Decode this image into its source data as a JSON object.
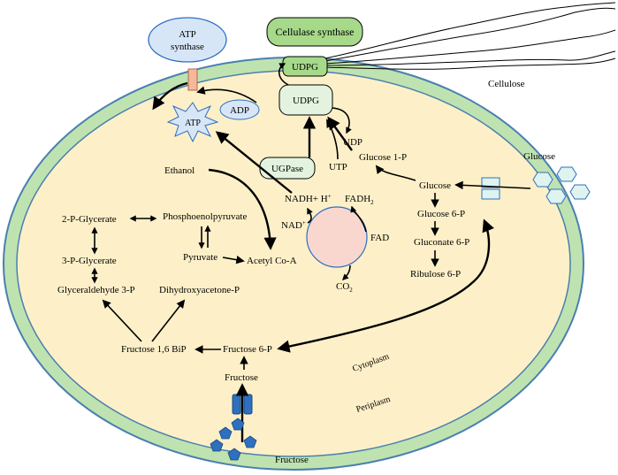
{
  "membrane": {
    "cytoplasm": "Cytoplasm",
    "periplasm": "Periplasm"
  },
  "external": {
    "cellulose": "Cellulose",
    "glucose": "Glucose",
    "fructose": "Fructose"
  },
  "enzymes": {
    "atp_synthase_line1": "ATP",
    "atp_synthase_line2": "synthase",
    "cellulase_synthase": "Cellulase synthase",
    "ugpase": "UGPase"
  },
  "metabolites": {
    "udpg_top": "UDPG",
    "udpg_inner": "UDPG",
    "adp": "ADP",
    "atp": "ATP",
    "udp": "UDP",
    "utp": "UTP",
    "glucose_1p": "Glucose 1-P",
    "ethanol": "Ethanol",
    "nadh_h": "NADH+ H",
    "nadh_sup": "+",
    "fadh2": "FADH",
    "fadh2_sub": "2",
    "nad": "NAD",
    "nad_sup": "+",
    "fad": "FAD",
    "co2": "CO",
    "co2_sub": "2",
    "glucose_in": "Glucose",
    "glucose_6p": "Glucose 6-P",
    "gluconate_6p": "Gluconate 6-P",
    "ribulose_6p": "Ribulose 6-P",
    "p2_glycerate": "2-P-Glycerate",
    "phosphoenolpyruvate": "Phosphoenolpyruvate",
    "p3_glycerate": "3-P-Glycerate",
    "pyruvate": "Pyruvate",
    "acetyl_coa": "Acetyl Co-A",
    "glyceraldehyde_3p": "Glyceraldehyde 3-P",
    "dihydroxyacetone_p": "Dihydroxyacetone-P",
    "fructose_16bip": "Fructose 1,6 BiP",
    "fructose_6p": "Fructose 6-P",
    "fructose_in": "Fructose"
  },
  "colors": {
    "membrane": "#bfe3b0",
    "cytoplasm": "#fdf0c8",
    "atp_synthase_fill": "#d7e6f7",
    "channel": "#f4b89a",
    "cellulase_fill": "#a6d98a",
    "udpg_fill": "#e3f3df",
    "tca_circle": "#f9d7cf",
    "transporter": "#dff3ef",
    "glucose_hex": "#dff3ef",
    "fructose_pent": "#2f6fbf"
  }
}
